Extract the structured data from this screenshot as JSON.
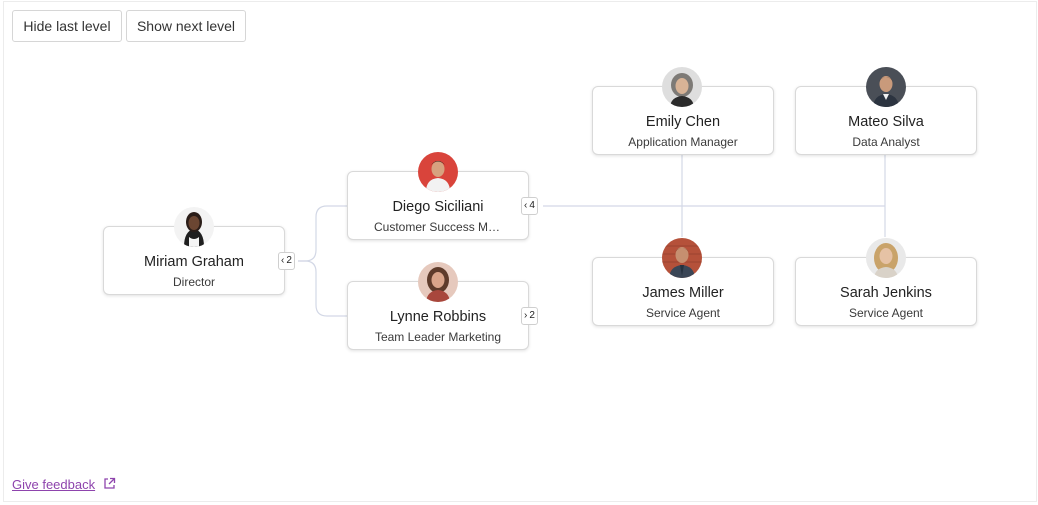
{
  "toolbar": {
    "hide_label": "Hide last level",
    "show_label": "Show next level"
  },
  "nodes": {
    "miriam": {
      "name": "Miriam Graham",
      "title": "Director"
    },
    "diego": {
      "name": "Diego Siciliani",
      "title": "Customer Success Manager"
    },
    "lynne": {
      "name": "Lynne Robbins",
      "title": "Team Leader Marketing"
    },
    "emily": {
      "name": "Emily Chen",
      "title": "Application Manager"
    },
    "mateo": {
      "name": "Mateo Silva",
      "title": "Data Analyst"
    },
    "james": {
      "name": "James Miller",
      "title": "Service Agent"
    },
    "sarah": {
      "name": "Sarah Jenkins",
      "title": "Service Agent"
    }
  },
  "toggles": {
    "miriam": {
      "icon": "chevron-left-icon",
      "count": "2"
    },
    "diego": {
      "icon": "chevron-left-icon",
      "count": "4"
    },
    "lynne": {
      "icon": "chevron-right-icon",
      "count": "2"
    }
  },
  "footer": {
    "feedback_label": "Give feedback",
    "feedback_icon": "external-link-icon"
  },
  "colors": {
    "link": "#8e44ad",
    "connector": "#d3d8e6",
    "node_border": "#d9d9d9"
  }
}
